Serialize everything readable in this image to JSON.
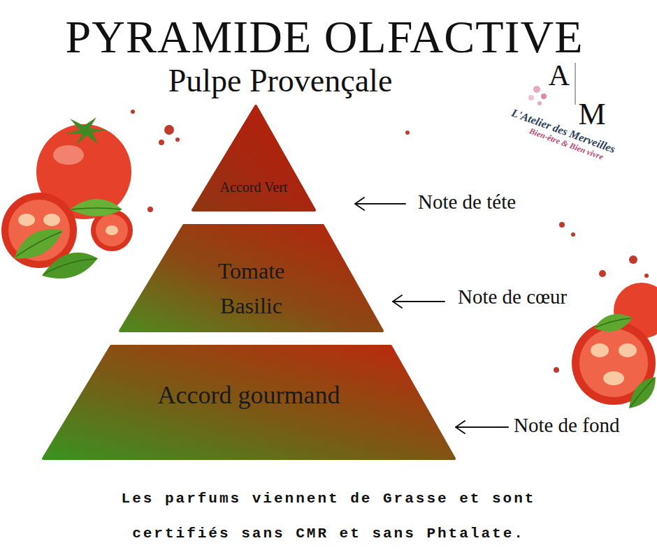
{
  "diagram": {
    "title": "PYRAMIDE OLFACTIVE",
    "caption": "Les parfums viennent de Grasse et sont certifiés sans CMR et sans Phtalate.",
    "nodes": [
      {
        "text": [
          "Accord Vert"
        ]
      },
      {
        "text": [
          "Tomate Basilic"
        ]
      },
      {
        "text": [
          "Accord gourmand"
        ]
      }
    ],
    "labels": [
      "Pulpe Provençale",
      "A",
      "M",
      "L'Atelier des Merveilles",
      "Bien-être & Bien vivre",
      "Note de téte",
      "Note de cœur",
      "Note de fond"
    ]
  }
}
